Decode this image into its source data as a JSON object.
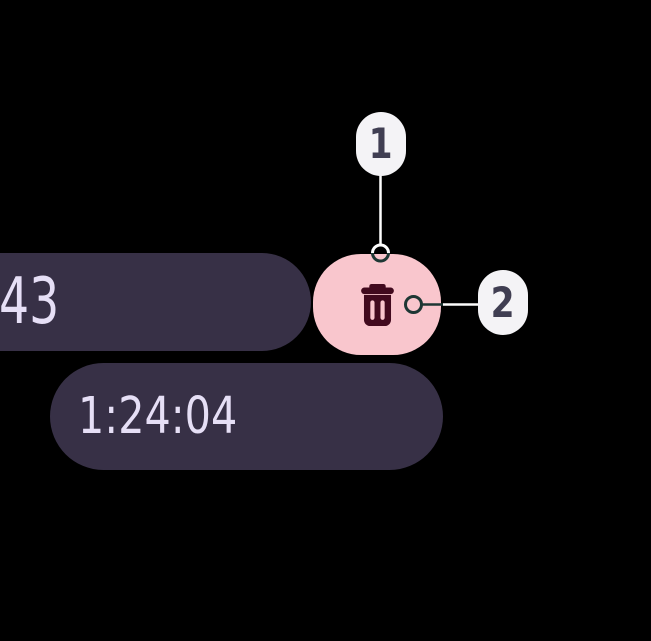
{
  "screen": {
    "description": "Dark-theme timer screen with delete action and tutorial callouts"
  },
  "timers": {
    "primary_time_partial": "43",
    "secondary_time": "1:24:04"
  },
  "delete_button": {
    "icon": "trash-icon",
    "action": "delete timer"
  },
  "annotations": {
    "badges": [
      {
        "label": "1"
      },
      {
        "label": "2"
      }
    ]
  },
  "colors": {
    "background": "#000000",
    "pill_background": "#373046",
    "pill_text": "#E6DFF6",
    "delete_button_background": "#F9C6CD",
    "trash_icon": "#420A1E",
    "badge_background": "#F4F3F6",
    "badge_text": "#403E52",
    "connector_dark": "#1E3734",
    "connector_light": "#FDFDFD"
  }
}
